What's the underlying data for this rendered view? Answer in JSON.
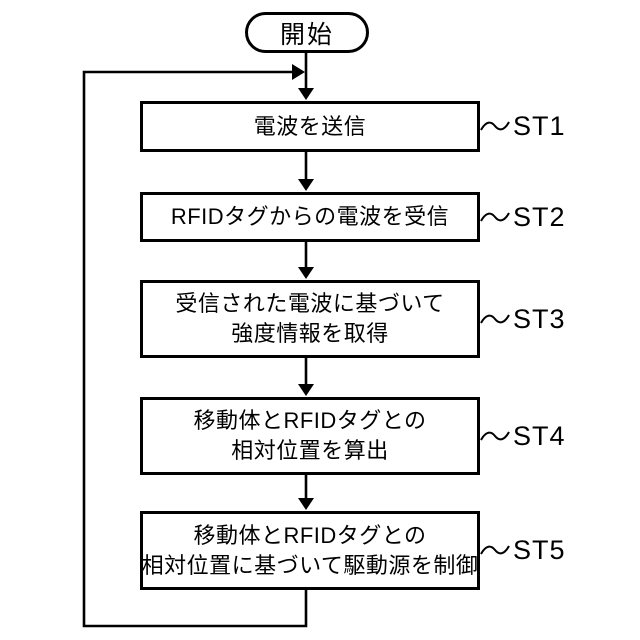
{
  "diagram": {
    "type": "flowchart",
    "background_color": "#ffffff",
    "line_color": "#000000",
    "text_color": "#000000",
    "start": {
      "label": "開始"
    },
    "steps": [
      {
        "id": "ST1",
        "lines": [
          "電波を送信"
        ]
      },
      {
        "id": "ST2",
        "lines": [
          "RFIDタグからの電波を受信"
        ]
      },
      {
        "id": "ST3",
        "lines": [
          "受信された電波に基づいて",
          "強度情報を取得"
        ]
      },
      {
        "id": "ST4",
        "lines": [
          "移動体とRFIDタグとの",
          "相対位置を算出"
        ]
      },
      {
        "id": "ST5",
        "lines": [
          "移動体とRFIDタグとの",
          "相対位置に基づいて駆動源を制御"
        ]
      }
    ]
  }
}
